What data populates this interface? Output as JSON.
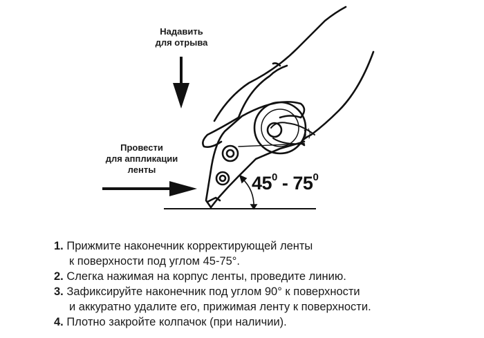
{
  "labels": {
    "press": [
      "Надавить",
      "для отрыва"
    ],
    "swipe": [
      "Провести",
      "для аппликации",
      "ленты"
    ],
    "angle": {
      "from": "45",
      "to": "75",
      "degree_mark": "0",
      "separator": " - "
    }
  },
  "steps": [
    {
      "num": "1.",
      "lines": [
        "Прижмите наконечник корректирующей ленты",
        "к поверхности под углом 45-75°."
      ]
    },
    {
      "num": "2.",
      "lines": [
        "Слегка нажимая на корпус ленты, проведите линию."
      ]
    },
    {
      "num": "3.",
      "lines": [
        "Зафиксируйте наконечник под углом 90° к поверхности",
        "и аккуратно удалите его, прижимая ленту к поверхности."
      ]
    },
    {
      "num": "4.",
      "lines": [
        "Плотно закройте колпачок (при наличии)."
      ]
    }
  ],
  "colors": {
    "ink": "#111111",
    "background": "#ffffff"
  }
}
